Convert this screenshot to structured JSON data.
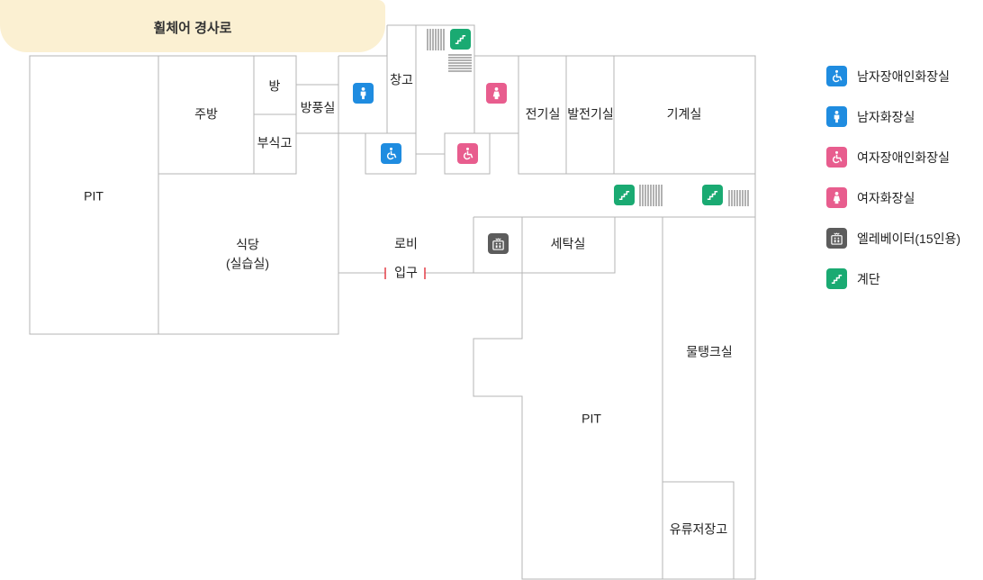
{
  "ramp": {
    "label": "휠체어 경사로"
  },
  "rooms": {
    "pit_left": "PIT",
    "kitchen": "주방",
    "room": "방",
    "side_storage": "부식고",
    "windproof": "방풍실",
    "warehouse": "창고",
    "electric": "전기실",
    "generator": "발전기실",
    "machine": "기계실",
    "dining": "식당",
    "dining_sub": "(실습실)",
    "lobby": "로비",
    "entrance": "입구",
    "laundry": "세탁실",
    "pit_center": "PIT",
    "water_tank": "물탱크실",
    "oil_storage": "유류저장고"
  },
  "legend": [
    {
      "icon": "accessible-male-restroom-icon",
      "color": "#1f8ce0",
      "label": "남자장애인화장실"
    },
    {
      "icon": "male-restroom-icon",
      "color": "#1f8ce0",
      "label": "남자화장실"
    },
    {
      "icon": "accessible-female-restroom-icon",
      "color": "#e85d8e",
      "label": "여자장애인화장실"
    },
    {
      "icon": "female-restroom-icon",
      "color": "#e85d8e",
      "label": "여자화장실"
    },
    {
      "icon": "elevator-icon",
      "color": "#5c5c5c",
      "label": "엘레베이터(15인용)"
    },
    {
      "icon": "stairs-icon",
      "color": "#1aaa72",
      "label": "계단"
    }
  ]
}
